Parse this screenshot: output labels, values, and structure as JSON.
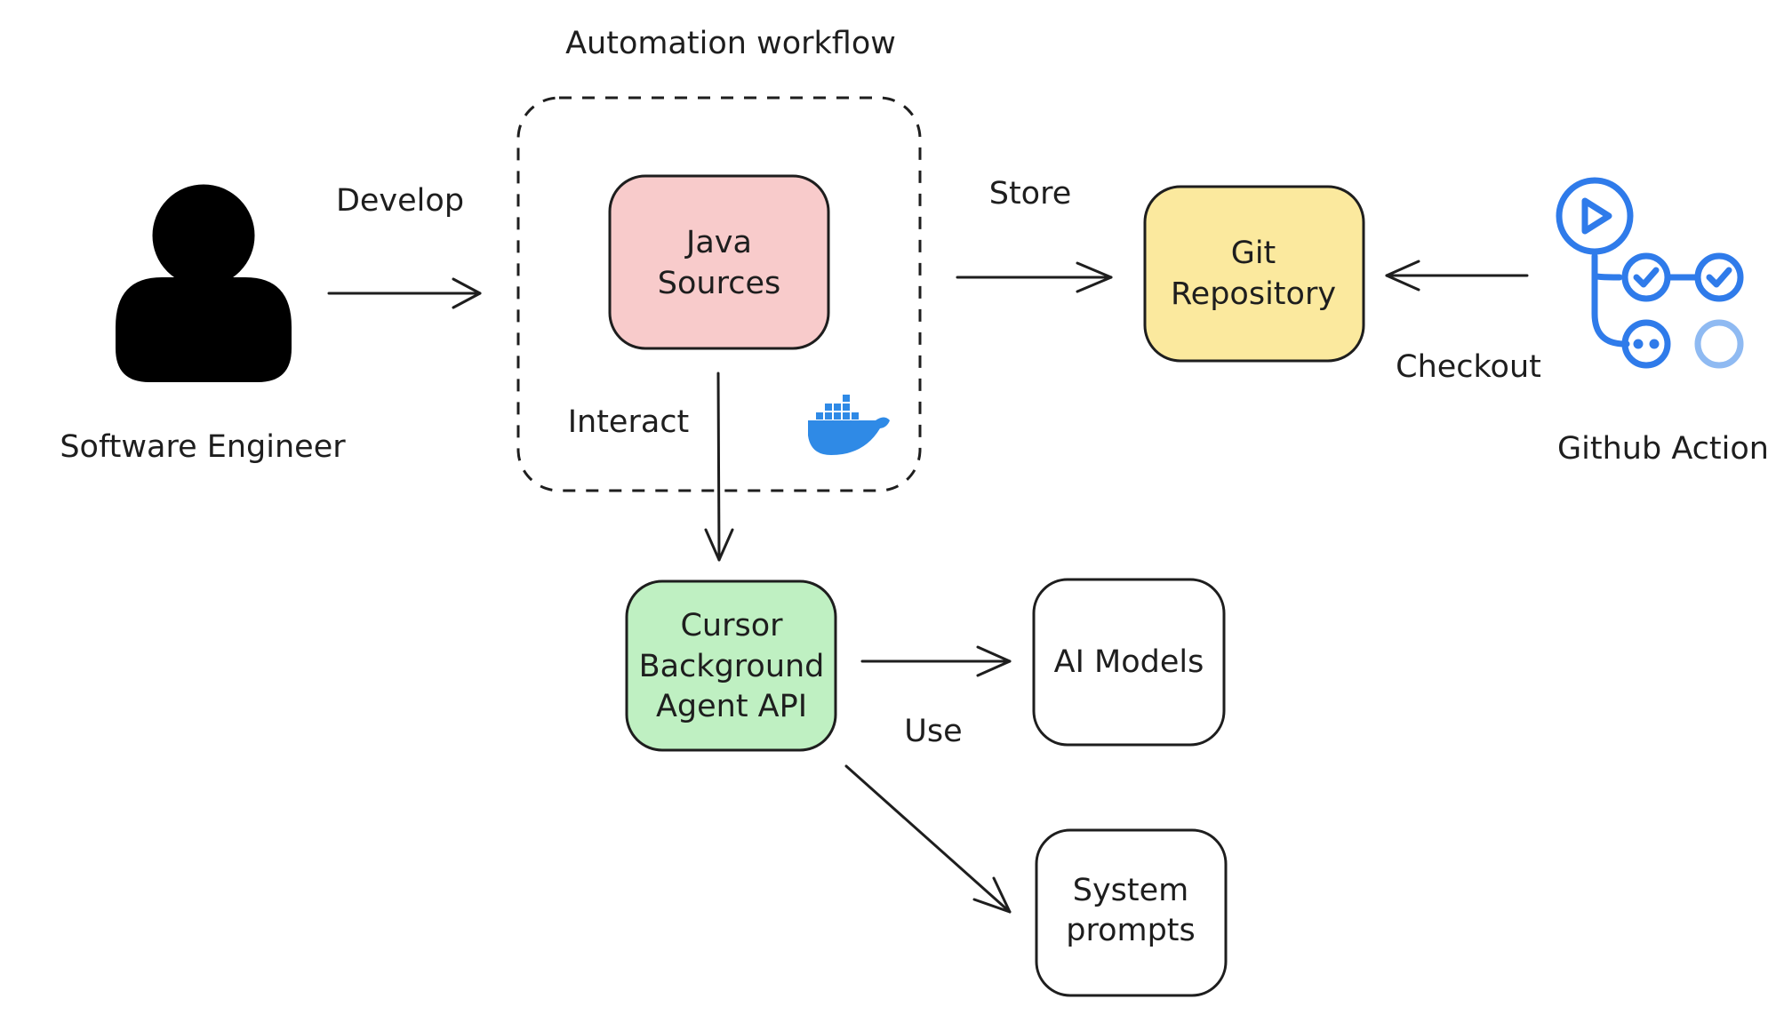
{
  "title": "Automation workflow",
  "actors": {
    "engineer": "Software Engineer",
    "github_action": "Github Action"
  },
  "nodes": {
    "java_sources": [
      "Java",
      "Sources"
    ],
    "git_repository": [
      "Git",
      "Repository"
    ],
    "cursor_agent": [
      "Cursor",
      "Background",
      "Agent API"
    ],
    "ai_models": [
      "AI Models"
    ],
    "system_prompts": [
      "System",
      "prompts"
    ]
  },
  "edges": {
    "develop": "Develop",
    "store": "Store",
    "checkout": "Checkout",
    "interact": "Interact",
    "use": "Use"
  },
  "colors": {
    "java_sources_fill": "#f8cbcb",
    "git_repository_fill": "#fbe99e",
    "cursor_agent_fill": "#bff0c2",
    "docker_blue": "#2f8ae6",
    "github_action_blue": "#2f7bea",
    "github_action_light": "#8fbaf2"
  },
  "icons": [
    "person-icon",
    "docker-icon",
    "github-action-icon"
  ]
}
